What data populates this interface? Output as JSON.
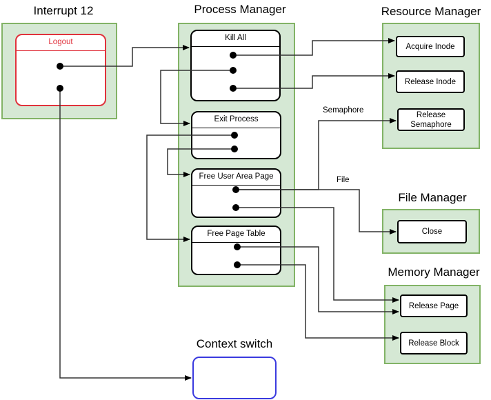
{
  "groups": {
    "interrupt": {
      "title": "Interrupt 12",
      "card": {
        "title": "Logout"
      }
    },
    "process_manager": {
      "title": "Process Manager",
      "cards": [
        {
          "title": "Kill All"
        },
        {
          "title": "Exit Process"
        },
        {
          "title": "Free User Area Page"
        },
        {
          "title": "Free Page Table"
        }
      ]
    },
    "resource_manager": {
      "title": "Resource Manager",
      "items": [
        "Acquire Inode",
        "Release Inode",
        "Release Semaphore"
      ]
    },
    "file_manager": {
      "title": "File Manager",
      "items": [
        "Close"
      ]
    },
    "memory_manager": {
      "title": "Memory Manager",
      "items": [
        "Release Page",
        "Release Block"
      ]
    },
    "context_switch": {
      "title": "Context switch"
    }
  },
  "edge_labels": {
    "semaphore": "Semaphore",
    "file": "File"
  },
  "colors": {
    "group_fill": "#d5e8d4",
    "group_border": "#82b366",
    "logout_red": "#e0323c",
    "context_blue": "#3a3adf"
  }
}
